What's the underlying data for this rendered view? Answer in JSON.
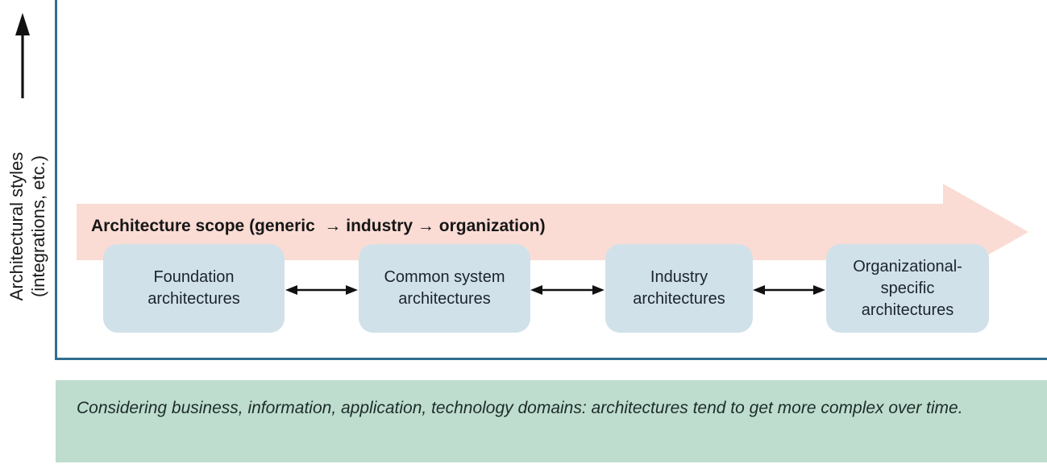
{
  "colors": {
    "axis_blue": "#2f6e90",
    "scope_arrow_pink": "#fadcd4",
    "box_fill_blue": "#d1e1e9",
    "banner_green": "#beddce",
    "text_dark": "#1a1a1a"
  },
  "y_axis": {
    "label_line1": "Architectural styles",
    "label_line2": "(integrations, etc.)"
  },
  "scope_arrow": {
    "label": "Architecture scope (generic  → industry → organization)"
  },
  "boxes": [
    {
      "label": "Foundation architectures"
    },
    {
      "label": "Common system architectures"
    },
    {
      "label": "Industry architectures"
    },
    {
      "label": "Organizational-specific architectures"
    }
  ],
  "banner": {
    "text": "Considering business, information, application, technology domains: architectures tend to get more complex over time."
  }
}
